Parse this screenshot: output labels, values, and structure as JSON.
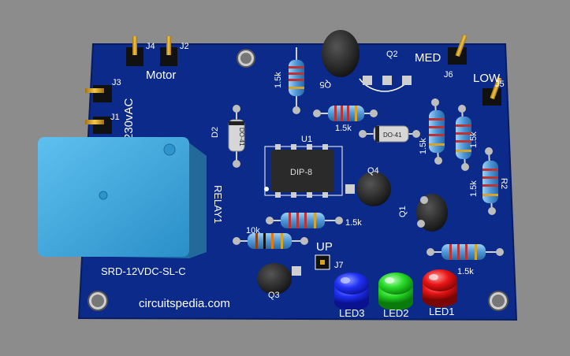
{
  "board": {
    "site_text": "circuitspedia.com",
    "motor_label": "Motor",
    "relay_model": "SRD-12VDC-SL-C",
    "relay_ref": "RELAY1",
    "voltage_label": "230vAC",
    "ic_package": "DIP-8",
    "ic_ref": "U1",
    "jumper_label": "UP",
    "jumper_ref": "J7",
    "level_med": "MED",
    "level_low": "LOW",
    "header_refs": [
      "J4",
      "J2",
      "J3",
      "J1",
      "J6",
      "J5"
    ],
    "transistor_refs": [
      "Q1",
      "Q2",
      "Q3",
      "Q4",
      "Q5"
    ],
    "diode_refs": [
      "D2"
    ],
    "diode_package": "DO-41",
    "resistor_values": [
      "1.5k",
      "10k",
      "1.5k"
    ],
    "resistor_ref": "R2",
    "led_refs": [
      "LED3",
      "LED2",
      "LED1"
    ]
  },
  "colors": {
    "background": "#8c8c8c",
    "pcb": "#0c2a8a",
    "pcb_edge": "#071c63",
    "silkscreen": "#ffffff",
    "relay": "#3aa6dc",
    "ic_body": "#2a2a2a",
    "resistor": "#5aa3e0",
    "led_blue": "#1a2cf0",
    "led_green": "#22cc22",
    "led_red": "#e01010",
    "header_gold": "#d6a520"
  }
}
